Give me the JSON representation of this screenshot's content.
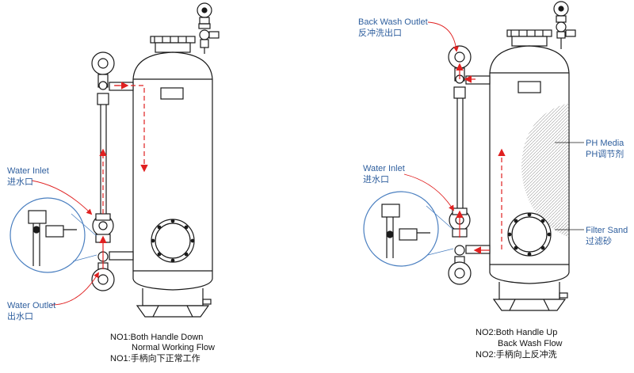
{
  "left": {
    "inlet_en": "Water Inlet",
    "inlet_cn": "进水口",
    "outlet_en": "Water Outlet",
    "outlet_cn": "出水口",
    "caption_line1": "NO1:Both Handle Down",
    "caption_line2": "Normal Working Flow",
    "caption_line3": "NO1:手柄向下正常工作"
  },
  "right": {
    "backwash_en": "Back Wash Outlet",
    "backwash_cn": "反冲洗出口",
    "inlet_en": "Water Inlet",
    "inlet_cn": "进水口",
    "ph_en": "PH Media",
    "ph_cn": "PH调节剂",
    "sand_en": "Filter Sand",
    "sand_cn": "过滤砂",
    "caption_line1": "NO2:Both Handle Up",
    "caption_line2": "Back Wash Flow",
    "caption_line3": "NO2:手柄向上反冲洗"
  },
  "colors": {
    "line": "#1a1a1a",
    "flow_arrow": "#e02020",
    "callout": "#4a7fc0",
    "label": "#2f5f9e"
  }
}
